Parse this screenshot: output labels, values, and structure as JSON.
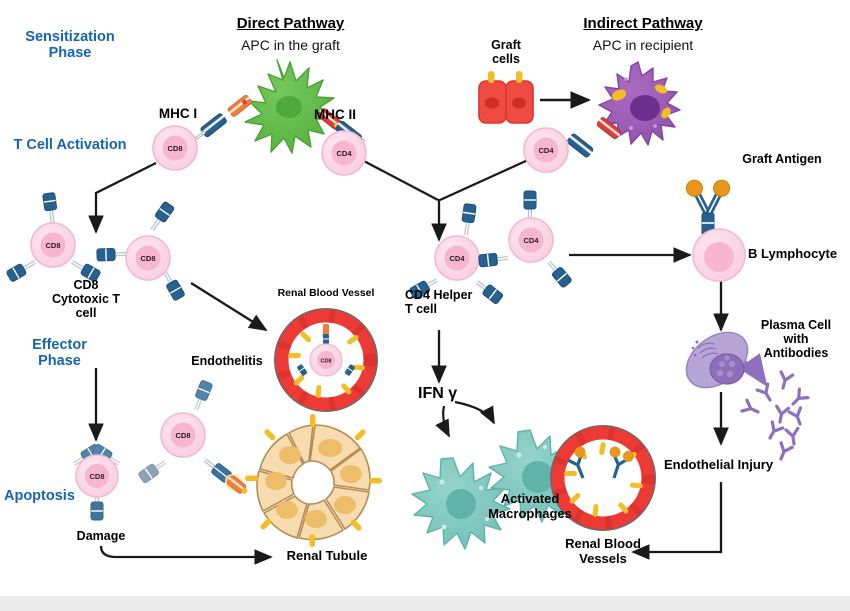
{
  "figure": {
    "title_left": "Direct Pathway",
    "title_right": "Indirect Pathway",
    "subtitle_left": "APC in the graft",
    "subtitle_right": "APC in recipient"
  },
  "phases": {
    "sensitization": "Sensitization\nPhase",
    "t_cell_activation": "T Cell Activation",
    "effector": "Effector\nPhase",
    "apoptosis": "Apoptosis"
  },
  "labels": {
    "mhc1": "MHC I",
    "mhc2": "MHC II",
    "graft_cells": "Graft\ncells",
    "graft_antigen": "Graft Antigen",
    "cd8_cytotoxic": "CD8\nCytotoxic T\ncell",
    "cd4_helper": "CD4 Helper\nT cell",
    "renal_blood_vessel": "Renal Blood Vessel",
    "endothelitis": "Endothelitis",
    "b_lymphocyte": "B Lymphocyte",
    "plasma_cell": "Plasma Cell\nwith\nAntibodies",
    "ifn_gamma": "IFN γ",
    "activated_macrophages": "Activated\nMacrophages",
    "renal_blood_vessels": "Renal Blood\nVessels",
    "endothelial_injury": "Endothelial Injury",
    "damage": "Damage",
    "renal_tubule": "Renal Tubule"
  },
  "cell_markers": {
    "cd8": "CD8",
    "cd4": "CD4"
  },
  "colors": {
    "phase_blue": "#1565b5",
    "apc_green": "#5fbb46",
    "apc_purple": "#9a5cb4",
    "graft_red": "#ee4b43",
    "tcell_pink": "#fbd2e0",
    "tcell_pink_core": "#f7b6ce",
    "tcr_blue": "#27618f",
    "mhc_orange": "#ef7f3c",
    "mhc_red": "#d9413c",
    "antigen_orange": "#e8971e",
    "macrophage_teal": "#7cc6bd",
    "tubule_tan": "#f6dcae",
    "tubule_nucleus": "#eebd69",
    "vessel_red": "#ed3a35",
    "plasma_purple": "#b7a5d6",
    "antibody_purple": "#8f6fc0",
    "arrow_black": "#1a1a1a",
    "bottom_bar": "#ebebeb"
  },
  "cells": {
    "t_cells": [
      {
        "id": "cd8-apc",
        "marker": "CD8"
      },
      {
        "id": "cd4-apc",
        "marker": "CD4"
      },
      {
        "id": "cd4-indirect",
        "marker": "CD4"
      },
      {
        "id": "cd8-effector-1",
        "marker": "CD8"
      },
      {
        "id": "cd8-effector-2",
        "marker": "CD8"
      },
      {
        "id": "cd4-effector-1",
        "marker": "CD4"
      },
      {
        "id": "cd4-effector-2",
        "marker": "CD4"
      },
      {
        "id": "cd8-apoptosis-1",
        "marker": "CD8"
      },
      {
        "id": "cd8-apoptosis-2",
        "marker": "CD8"
      },
      {
        "id": "cd8-endothelitis",
        "marker": "CD8"
      }
    ]
  }
}
